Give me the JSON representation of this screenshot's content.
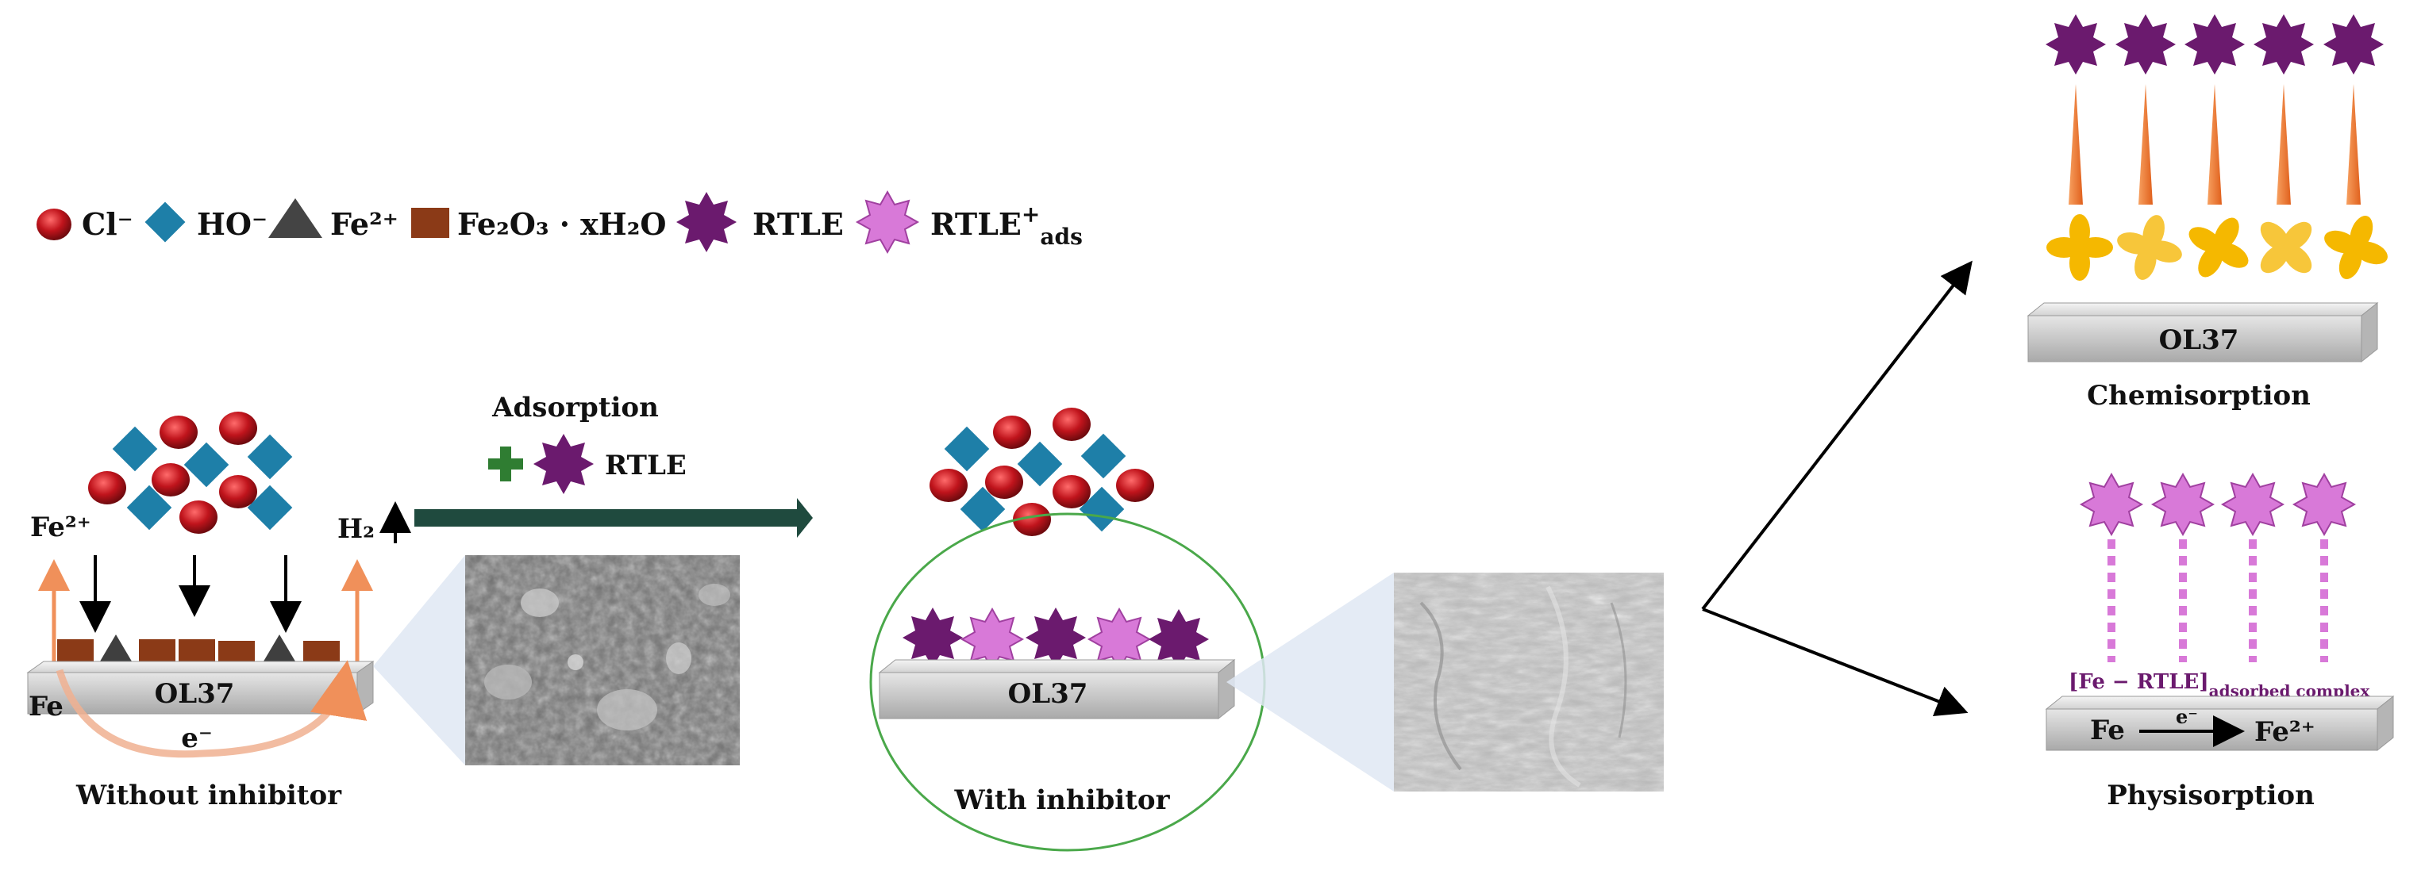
{
  "legend": {
    "cl": "Cl⁻",
    "ho": "HO⁻",
    "fe2": "Fe²⁺",
    "rust": "Fe₂O₃ · xH₂O",
    "rtle": "RTLE",
    "rtle_ads_base": "RTLE",
    "rtle_ads_sup": "+",
    "rtle_ads_sub": "ads"
  },
  "left": {
    "fe2_label": "Fe²⁺",
    "h2_label": "H₂",
    "fe_label": "Fe",
    "metal_label": "OL37",
    "electron_label": "e⁻",
    "caption": "Without inhibitor"
  },
  "arrow": {
    "top_label": "Adsorption",
    "inhibitor_label": "RTLE"
  },
  "middle": {
    "metal_label": "OL37",
    "caption": "With inhibitor"
  },
  "chemi": {
    "metal_label": "OL37",
    "caption": "Chemisorption"
  },
  "physi": {
    "complex_base": "[Fe − RTLE]",
    "complex_sub": "adsorbed complex",
    "fe_label": "Fe",
    "electron_label": "e⁻",
    "fe2_label": "Fe²⁺",
    "caption": "Physisorption"
  },
  "colors": {
    "cl": "#b0141c",
    "ho": "#1e7fa8",
    "fe2": "#444444",
    "rust": "#8b3a17",
    "rtle": "#6b1a6e",
    "rtle_ads": "#d879d8",
    "flow_arrow": "#1f4a3e",
    "plus": "#2f7d32",
    "cone": "#f07a30",
    "flower": "#f5b800",
    "circle": "#4aa84a"
  }
}
